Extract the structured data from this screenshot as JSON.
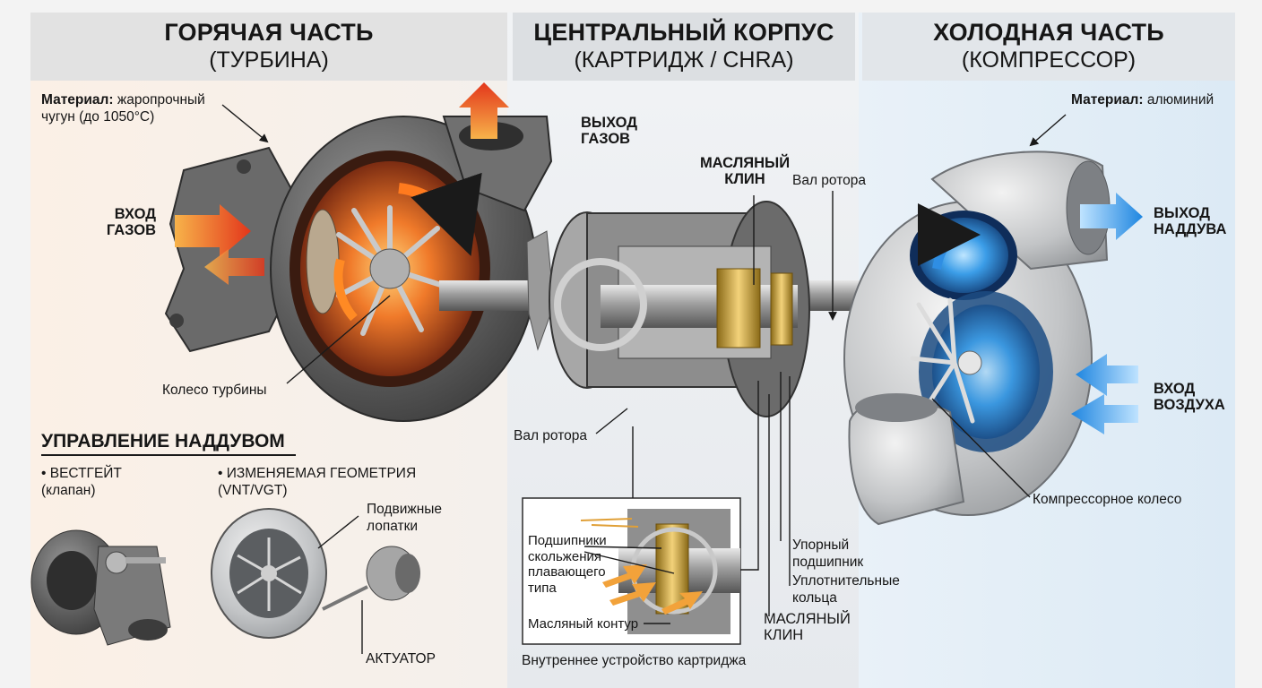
{
  "sections": {
    "hot": {
      "title": "ГОРЯЧАЯ ЧАСТЬ",
      "subtitle": "(ТУРБИНА)"
    },
    "center": {
      "title": "ЦЕНТРАЛЬНЫЙ КОРПУС",
      "subtitle": "(КАРТРИДЖ / CHRA)"
    },
    "cold": {
      "title": "ХОЛОДНАЯ ЧАСТЬ",
      "subtitle": "(КОМПРЕССОР)"
    }
  },
  "hot_side": {
    "material_label": "Материал:",
    "material_line1": "жаропрочный",
    "material_line2": "чугун (до 1050°C)",
    "gas_in_line1": "ВХОД",
    "gas_in_line2": "ГАЗОВ",
    "gas_out_line1": "ВЫХОД",
    "gas_out_line2": "ГАЗОВ",
    "turbine_wheel": "Колесо турбины"
  },
  "center_side": {
    "oil_wedge_top_line1": "МАСЛЯНЫЙ",
    "oil_wedge_top_line2": "КЛИН",
    "rotor_shaft_top": "Вал ротора",
    "rotor_shaft_mid": "Вал ротора",
    "thrust_bearing_line1": "Упорный",
    "thrust_bearing_line2": "подшипник",
    "seal_rings_line1": "Уплотнительные",
    "seal_rings_line2": "кольца",
    "oil_wedge_bottom_line1": "МАСЛЯНЫЙ",
    "oil_wedge_bottom_line2": "КЛИН"
  },
  "cold_side": {
    "material_label": "Материал:",
    "material_value": "алюминий",
    "boost_out_line1": "ВЫХОД",
    "boost_out_line2": "НАДДУВА",
    "air_in_line1": "ВХОД",
    "air_in_line2": "ВОЗДУХА",
    "compressor_wheel": "Компрессорное колесо"
  },
  "boost_control": {
    "heading": "УПРАВЛЕНИЕ НАДДУВОМ",
    "wastegate_line1": "• ВЕСТГЕЙТ",
    "wastegate_line2": "(клапан)",
    "vnt_line1": "• ИЗМЕНЯЕМАЯ ГЕОМЕТРИЯ",
    "vnt_line2": "(VNT/VGT)",
    "vanes_line1": "Подвижные",
    "vanes_line2": "лопатки",
    "actuator": "АКТУАТОР"
  },
  "inset": {
    "bearings_line1": "Подшипники",
    "bearings_line2": "скольжения",
    "bearings_line3": "плавающего",
    "bearings_line4": "типа",
    "oil_circuit": "Масляный контур",
    "caption": "Внутреннее устройство картриджа"
  },
  "colors": {
    "hot_zone": "#fbf0e6",
    "cold_zone": "#dceaf5",
    "hot_arrow": "#e3361b",
    "cold_arrow": "#1f86e0",
    "oil": "#f2a23a"
  }
}
